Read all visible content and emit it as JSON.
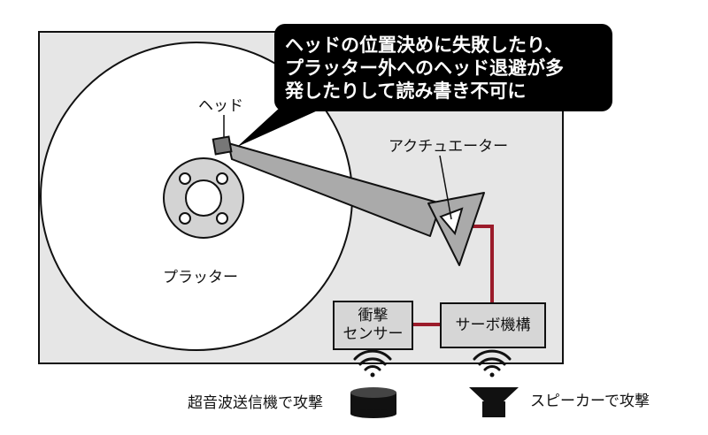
{
  "callout": {
    "lines": [
      "ヘッドの位置決めに失敗したり、",
      "プラッター外へのヘッド退避が多",
      "発したりして読み書き不可に"
    ]
  },
  "labels": {
    "head": "ヘッド",
    "actuator": "アクチュエーター",
    "platter": "プラッター"
  },
  "shock_sensor": {
    "lines": [
      "衝撃",
      "センサー"
    ]
  },
  "servo": {
    "label": "サーボ機構"
  },
  "attacks": {
    "ultrasonic": "超音波送信機で攻撃",
    "speaker": "スピーカーで攻撃"
  },
  "icons": {
    "ultrasonic_device": "puck-transmitter-icon",
    "speaker": "speaker-icon",
    "waves": "sound-wave-icon"
  },
  "colors": {
    "drive_body": "#e6e6e6",
    "box_fill": "#d6d6d6",
    "outline": "#111111",
    "signal_line": "#9b1b2a",
    "callout_bg": "#000000",
    "callout_text": "#ffffff"
  }
}
